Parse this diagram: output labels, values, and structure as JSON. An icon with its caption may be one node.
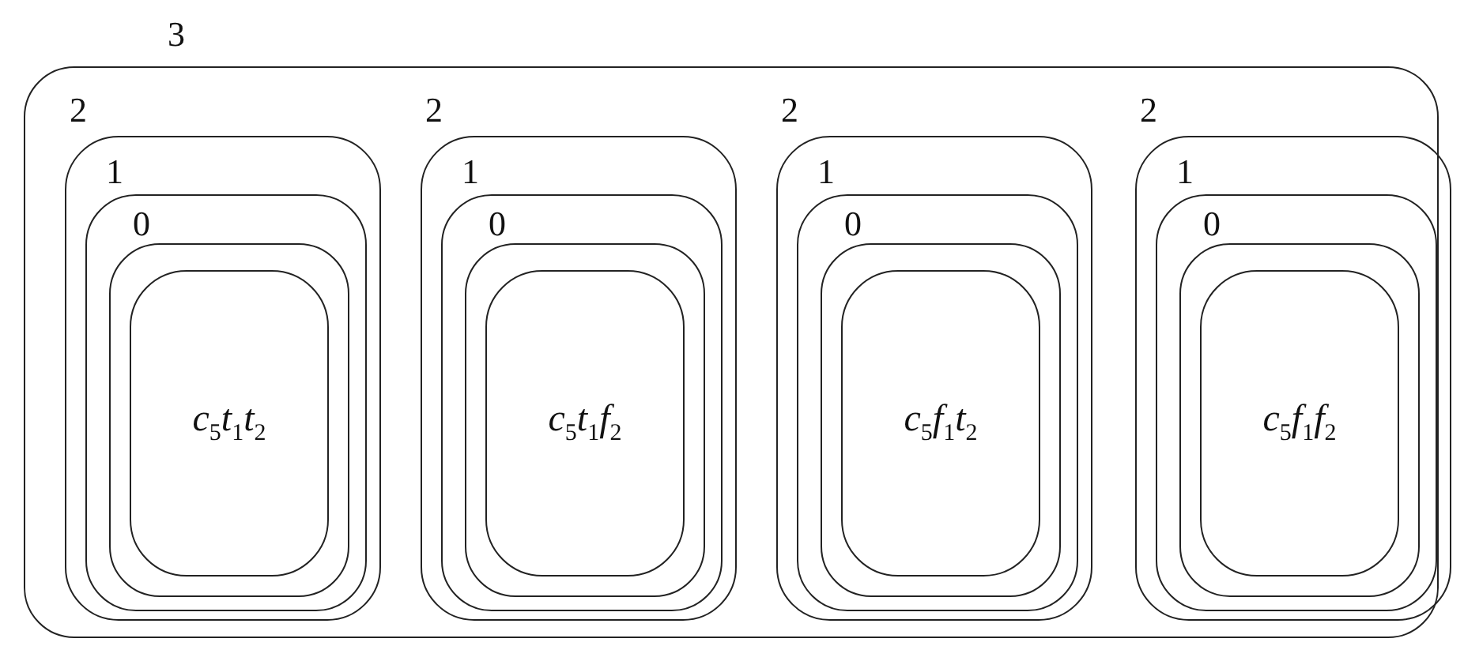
{
  "diagram": {
    "nodes": [
      {
        "text": [
          "3"
        ]
      },
      {
        "text": [
          "2"
        ],
        "in": 0
      },
      {
        "text": [
          "1"
        ],
        "in": 1
      },
      {
        "text": [
          "0"
        ],
        "in": 2
      },
      {
        "text": [
          "c$_{5}$t$_{1}$t$_{2}$"
        ],
        "in": 3
      },
      {
        "text": [
          "2"
        ],
        "in": 0
      },
      {
        "text": [
          "1"
        ],
        "in": 5
      },
      {
        "text": [
          "0"
        ],
        "in": 6
      },
      {
        "text": [
          "c$_{5}$t$_{1}$f$_{2}$"
        ],
        "in": 7
      },
      {
        "text": [
          "2"
        ],
        "in": 0
      },
      {
        "text": [
          "1"
        ],
        "in": 9
      },
      {
        "text": [
          "0"
        ],
        "in": 10
      },
      {
        "text": [
          "c$_{5}$f$_{1}$t$_{2}$"
        ],
        "in": 11
      },
      {
        "text": [
          "2"
        ],
        "in": 0
      },
      {
        "text": [
          "1"
        ],
        "in": 13
      },
      {
        "text": [
          "0"
        ],
        "in": 14
      },
      {
        "text": [
          "c$_{5}$f$_{1}$f$_{2}$"
        ],
        "in": 15
      }
    ]
  }
}
